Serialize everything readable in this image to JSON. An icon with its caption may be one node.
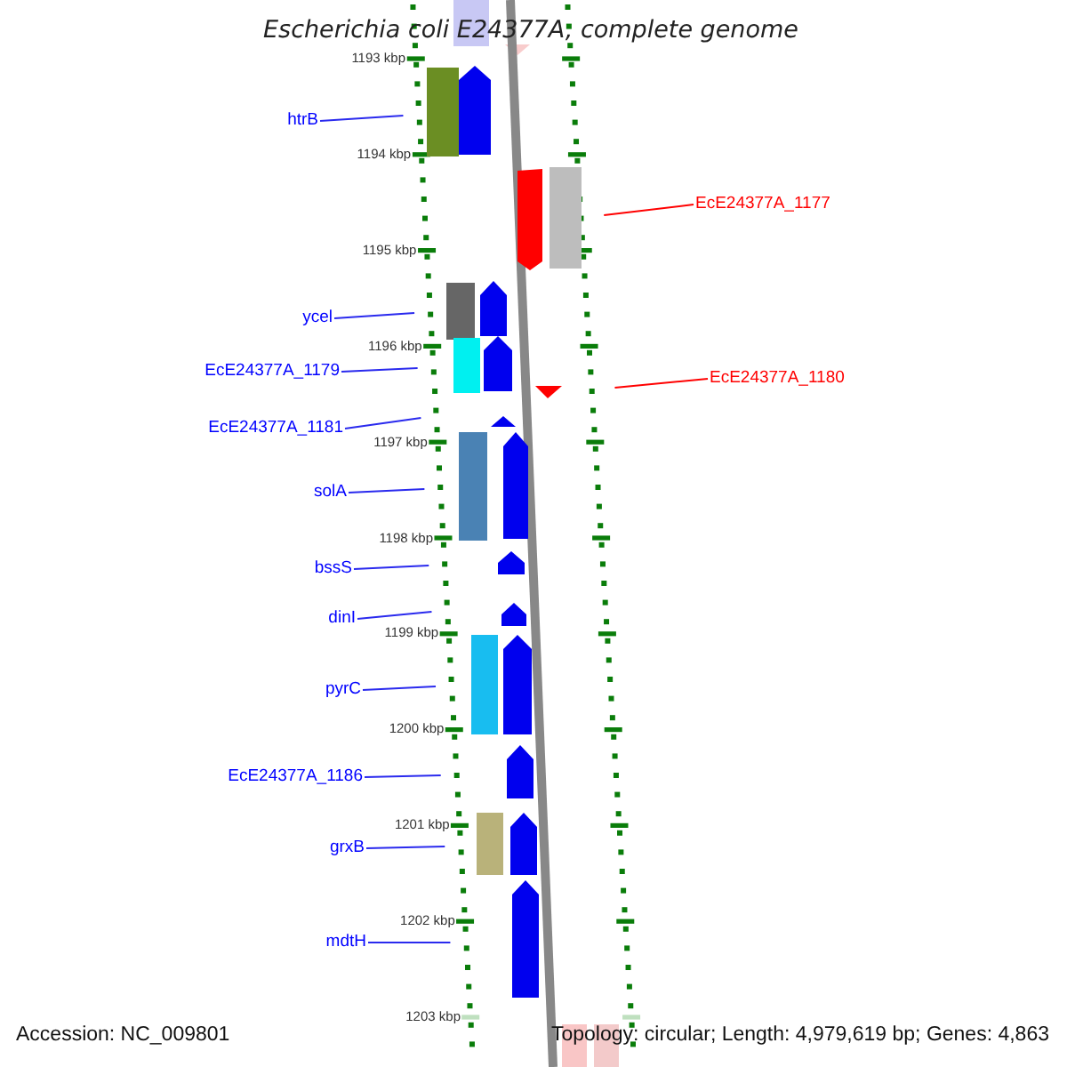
{
  "diagram": {
    "title": "Escherichia coli E24377A, complete genome",
    "nodes": [
      {
        "text": [
          "htrB"
        ]
      },
      {
        "text": [
          "EcE24377A_1177"
        ]
      },
      {
        "text": [
          "ycel"
        ]
      },
      {
        "text": [
          "EcE24377A_1179"
        ]
      },
      {
        "text": [
          "EcE24377A_1180"
        ]
      },
      {
        "text": [
          "EcE24377A_1181"
        ]
      },
      {
        "text": [
          "solA"
        ]
      },
      {
        "text": [
          "bssS"
        ]
      },
      {
        "text": [
          "dinI"
        ]
      },
      {
        "text": [
          "pyrC"
        ]
      },
      {
        "text": [
          "EcE24377A_1186"
        ]
      },
      {
        "text": [
          "grxB"
        ]
      },
      {
        "text": [
          "mdtH"
        ]
      }
    ],
    "edges": [
      {
        "from": 0,
        "to": null,
        "arrow": "none"
      },
      {
        "from": 1,
        "to": null,
        "arrow": "none",
        "color": "#ff0000"
      },
      {
        "from": 2,
        "to": null,
        "arrow": "none"
      },
      {
        "from": 3,
        "to": null,
        "arrow": "none"
      },
      {
        "from": 4,
        "to": null,
        "arrow": "none",
        "color": "#ff0000"
      },
      {
        "from": 5,
        "to": null,
        "arrow": "none"
      },
      {
        "from": 6,
        "to": null,
        "arrow": "none"
      },
      {
        "from": 7,
        "to": null,
        "arrow": "none"
      },
      {
        "from": 8,
        "to": null,
        "arrow": "none"
      },
      {
        "from": 9,
        "to": null,
        "arrow": "none"
      },
      {
        "from": 10,
        "to": null,
        "arrow": "none"
      },
      {
        "from": 11,
        "to": null,
        "arrow": "none"
      },
      {
        "from": 12,
        "to": null,
        "arrow": "none"
      }
    ],
    "labels": [
      "1193 kbp",
      "1194 kbp",
      "1195 kbp",
      "1196 kbp",
      "1197 kbp",
      "1198 kbp",
      "1199 kbp",
      "1200 kbp",
      "1201 kbp",
      "1202 kbp",
      "1203 kbp",
      "Accession: NC_009801",
      "Topology: circular; Length: 4,979,619 bp; Genes: 4,863"
    ]
  }
}
